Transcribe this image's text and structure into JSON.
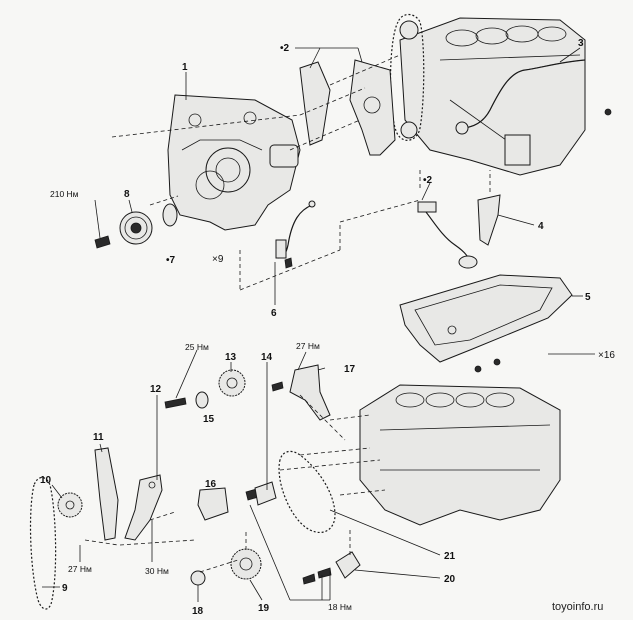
{
  "callouts": {
    "c1": "1",
    "c2a": "•2",
    "c2b": "•2",
    "c3": "3",
    "c4": "4",
    "c5": "5",
    "c6": "6",
    "c7": "•7",
    "c8": "8",
    "c9": "9",
    "c10": "10",
    "c11": "11",
    "c12": "12",
    "c13": "13",
    "c14": "14",
    "c15": "15",
    "c16": "16",
    "c17": "17",
    "c18": "18",
    "c19": "19",
    "c20": "20",
    "c21": "21"
  },
  "quantities": {
    "x9": "×9",
    "x16": "×16"
  },
  "torques": {
    "t210": "210 Нм",
    "t25": "25 Нм",
    "t27a": "27 Нм",
    "t27b": "27 Нм",
    "t30": "30 Нм",
    "t18": "18 Нм"
  },
  "watermark": "toyoinfo.ru"
}
